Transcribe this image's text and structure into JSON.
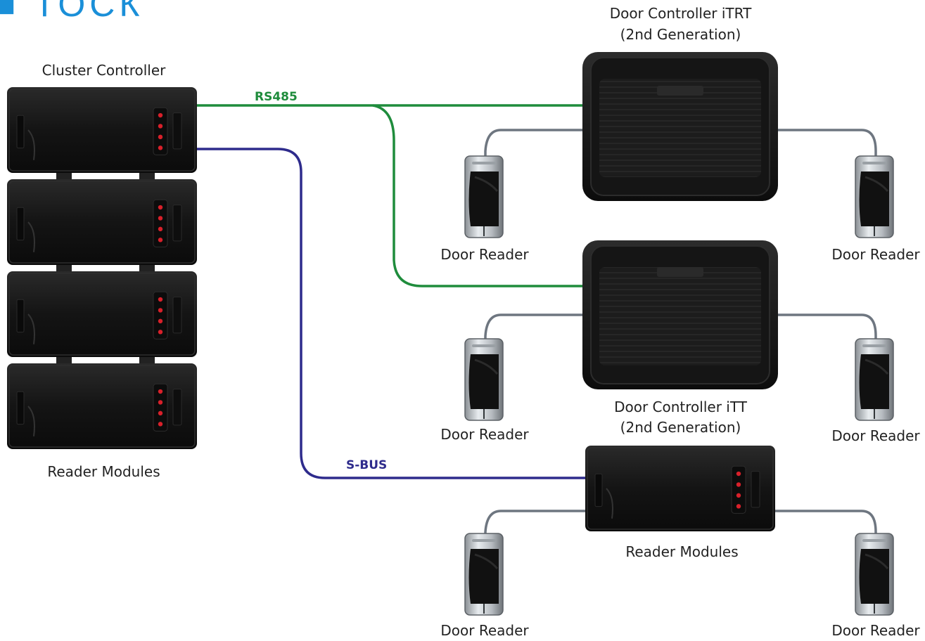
{
  "brand": {
    "logo_text": "■ ТОСК",
    "logo_color": "#1a8fd8"
  },
  "colors": {
    "rs485_line": "#1f8c3c",
    "sbus_line": "#2e2b8c",
    "reader_cable": "#6e7680",
    "device_body": "#141414",
    "led": "#d8202a",
    "label_text": "#222222"
  },
  "buses": {
    "rs485_label": "RS485",
    "sbus_label": "S-BUS"
  },
  "devices": {
    "cluster_controller_label": "Cluster Controller",
    "reader_modules_left_label": "Reader Modules",
    "itrt": {
      "line1": "Door Controller iTRT",
      "line2": "(2nd Generation)"
    },
    "itt": {
      "line1": "Door Controller iTT",
      "line2": "(2nd Generation)"
    },
    "reader_modules_right_label": "Reader Modules",
    "door_reader_label": "Door Reader"
  },
  "door_readers": [
    {
      "label": "Door Reader"
    },
    {
      "label": "Door Reader"
    },
    {
      "label": "Door Reader"
    },
    {
      "label": "Door Reader"
    },
    {
      "label": "Door Reader"
    },
    {
      "label": "Door Reader"
    }
  ]
}
